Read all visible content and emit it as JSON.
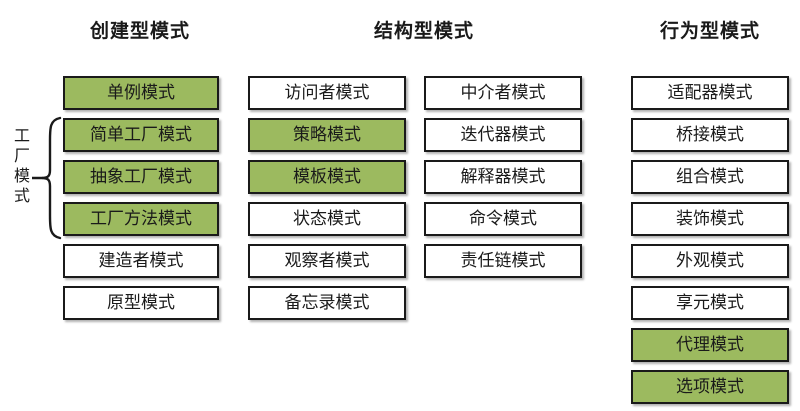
{
  "diagram": {
    "title_bar_absent": true,
    "colors": {
      "highlight_green": "#9cba5f",
      "box_border": "#1a1a1a",
      "box_background": "#ffffff",
      "text": "#1a1a1a",
      "page_background": "#ffffff"
    },
    "columns": [
      {
        "id": "creational",
        "header": "创建型模式",
        "groups": [
          {
            "id": "creational-main",
            "items": [
              {
                "label": "单例模式",
                "highlighted": true
              },
              {
                "label": "简单工厂模式",
                "highlighted": true
              },
              {
                "label": "抽象工厂模式",
                "highlighted": true
              },
              {
                "label": "工厂方法模式",
                "highlighted": true
              },
              {
                "label": "建造者模式",
                "highlighted": false
              },
              {
                "label": "原型模式",
                "highlighted": false
              }
            ]
          }
        ],
        "bracket": {
          "label": "工厂模式",
          "covers": [
            "简单工厂模式",
            "抽象工厂模式",
            "工厂方法模式"
          ]
        }
      },
      {
        "id": "structural",
        "header": "结构型模式",
        "groups": [
          {
            "id": "structural-left",
            "items": [
              {
                "label": "访问者模式",
                "highlighted": false
              },
              {
                "label": "策略模式",
                "highlighted": true
              },
              {
                "label": "模板模式",
                "highlighted": true
              },
              {
                "label": "状态模式",
                "highlighted": false
              },
              {
                "label": "观察者模式",
                "highlighted": false
              },
              {
                "label": "备忘录模式",
                "highlighted": false
              }
            ]
          },
          {
            "id": "structural-right",
            "items": [
              {
                "label": "中介者模式",
                "highlighted": false
              },
              {
                "label": "迭代器模式",
                "highlighted": false
              },
              {
                "label": "解释器模式",
                "highlighted": false
              },
              {
                "label": "命令模式",
                "highlighted": false
              },
              {
                "label": "责任链模式",
                "highlighted": false
              }
            ]
          }
        ]
      },
      {
        "id": "behavioral",
        "header": "行为型模式",
        "groups": [
          {
            "id": "behavioral-main",
            "items": [
              {
                "label": "适配器模式",
                "highlighted": false
              },
              {
                "label": "桥接模式",
                "highlighted": false
              },
              {
                "label": "组合模式",
                "highlighted": false
              },
              {
                "label": "装饰模式",
                "highlighted": false
              },
              {
                "label": "外观模式",
                "highlighted": false
              },
              {
                "label": "享元模式",
                "highlighted": false
              },
              {
                "label": "代理模式",
                "highlighted": true
              },
              {
                "label": "选项模式",
                "highlighted": true
              }
            ]
          }
        ]
      }
    ]
  }
}
